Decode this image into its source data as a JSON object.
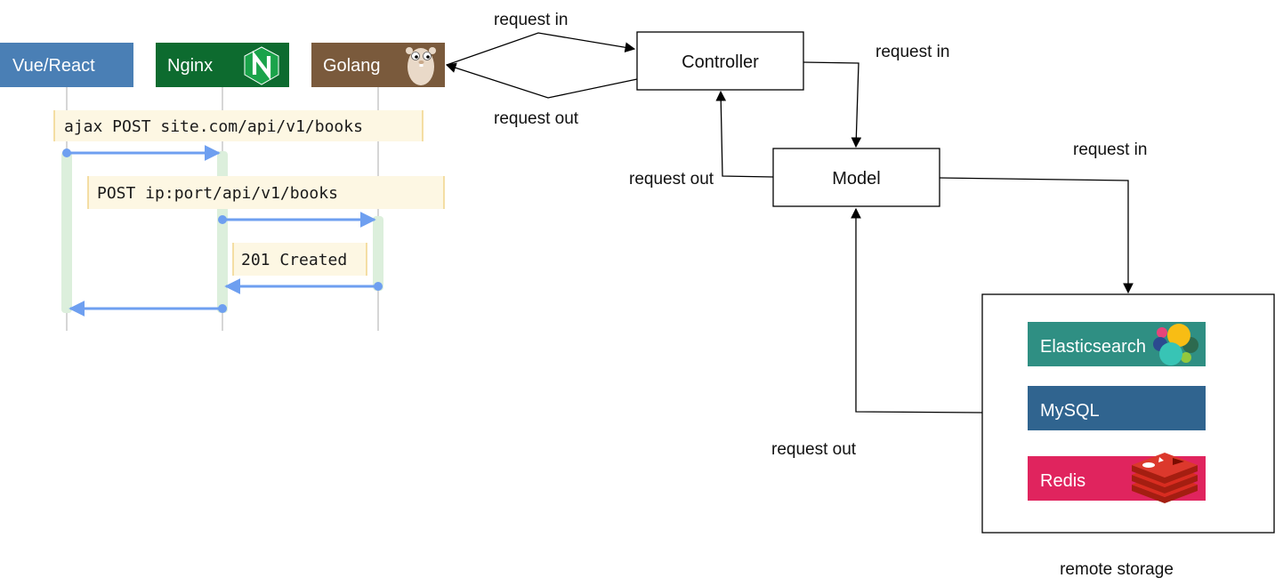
{
  "sequence": {
    "participants": [
      {
        "id": "frontend",
        "label": "Vue/React",
        "color": "#4a7fb5",
        "icon": ""
      },
      {
        "id": "proxy",
        "label": "Nginx",
        "color": "#0d6b2f",
        "icon": "nginx-logo-icon"
      },
      {
        "id": "backend",
        "label": "Golang",
        "color": "#7a5a3c",
        "icon": "gopher-mascot-icon"
      }
    ],
    "messages": [
      {
        "label": "ajax POST site.com/api/v1/books"
      },
      {
        "label": "POST ip:port/api/v1/books"
      },
      {
        "label": "201 Created"
      },
      {
        "label": ""
      }
    ],
    "colors": {
      "arrow": "#6e9ff0",
      "activation": "#dcefdc",
      "note_bg": "#fdf7e3",
      "note_border": "#f0d48a",
      "lifeline": "#c8c8c8"
    }
  },
  "flow": {
    "nodes": {
      "controller": {
        "label": "Controller"
      },
      "model": {
        "label": "Model"
      },
      "storage": {
        "caption": "remote storage"
      }
    },
    "edges": {
      "golang_to_controller": "request in",
      "controller_to_golang": "request out",
      "controller_to_model": "request in",
      "model_to_controller": "request out",
      "model_to_storage": "request in",
      "storage_to_model": "request out"
    },
    "storage_items": [
      {
        "label": "Elasticsearch",
        "color": "#2f8f83",
        "icon": "elasticsearch-logo-icon"
      },
      {
        "label": "MySQL",
        "color": "#30648f",
        "icon": ""
      },
      {
        "label": "Redis",
        "color": "#e0245e",
        "icon": "redis-logo-icon"
      }
    ]
  }
}
